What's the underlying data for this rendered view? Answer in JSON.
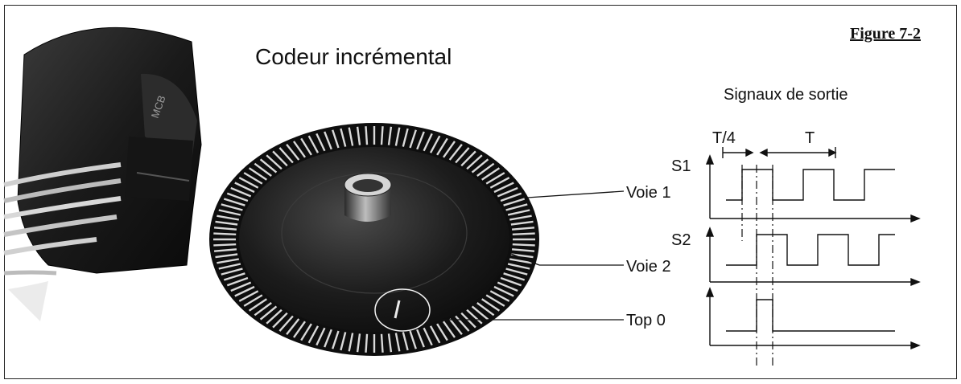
{
  "figure_label": "Figure 7-2",
  "title": "Codeur incrémental",
  "signals_title": "Signaux de sortie",
  "period_quarter_label": "T/4",
  "period_label": "T",
  "channels": [
    {
      "name": "S1",
      "sub": "Voie 1"
    },
    {
      "name": "S2",
      "sub": "Voie 2"
    },
    {
      "name": "",
      "sub": "Top 0"
    }
  ],
  "sensor_marking": "MCB",
  "colors": {
    "ink": "#111111",
    "frame": "#222222",
    "disk_dark": "#1a1a1a",
    "sensor_dark": "#1e1e1e"
  }
}
